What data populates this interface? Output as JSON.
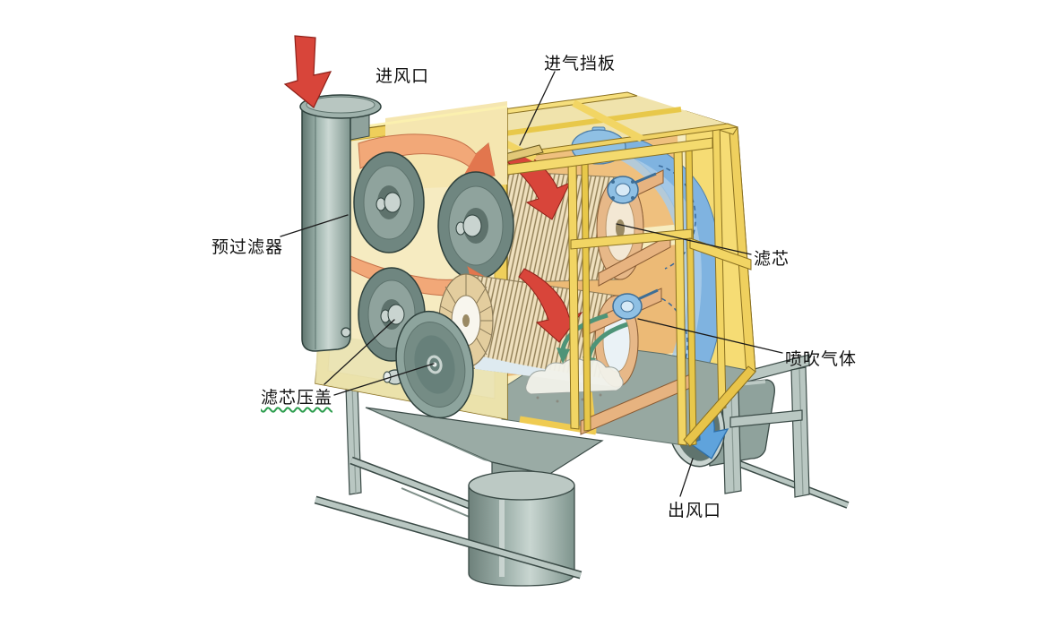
{
  "diagram": {
    "labels": {
      "air_inlet": "进风口",
      "intake_baffle": "进气挡板",
      "pre_filter": "预过滤器",
      "filter_cartridge": "滤芯",
      "pulse_gas": "喷吹气体",
      "cartridge_cover": "滤芯压盖",
      "air_outlet": "出风口"
    },
    "icons": {
      "dirty_air_arrow": "thick-red-curved-arrow",
      "clean_air_arrow": "thick-blue-curved-arrow",
      "pulse_gas_arrow": "green-hooked-arrow",
      "panel_air_arrow": "salmon-curved-arrow"
    },
    "colors": {
      "background": "#ffffff",
      "housing_yellow": "#f0cf5b",
      "housing_pale": "#f6ebc1",
      "metal_gray_green": "#9fb2ac",
      "dirty_air_red": "#d8453a",
      "clean_air_blue": "#7fb3e0",
      "pulse_gas_green": "#4e9478",
      "cartridge_cream": "#efe0be",
      "shelf_salmon": "#e7b380",
      "label_text": "#111111",
      "misspell_underline_green": "#2e9e4f"
    }
  }
}
